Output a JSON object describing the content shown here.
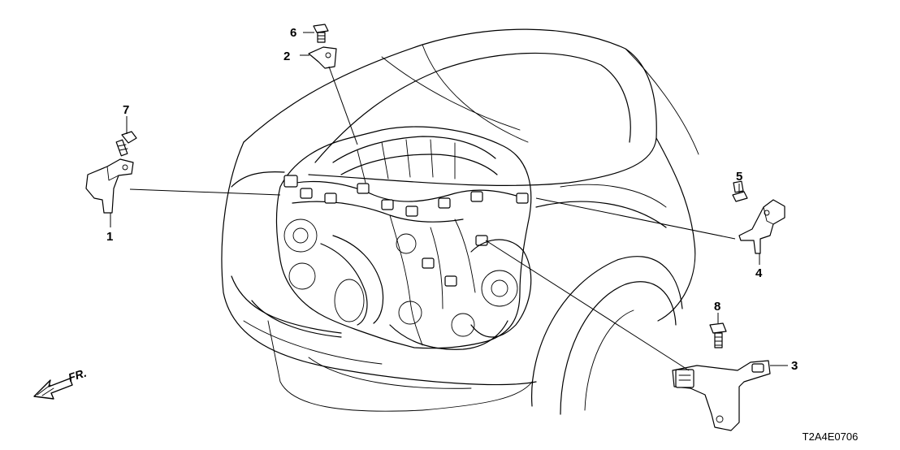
{
  "callouts": {
    "c1": "1",
    "c2": "2",
    "c3": "3",
    "c4": "4",
    "c5": "5",
    "c6": "6",
    "c7": "7",
    "c8": "8"
  },
  "direction_label": "FR.",
  "diagram_code": "T2A4E0706"
}
